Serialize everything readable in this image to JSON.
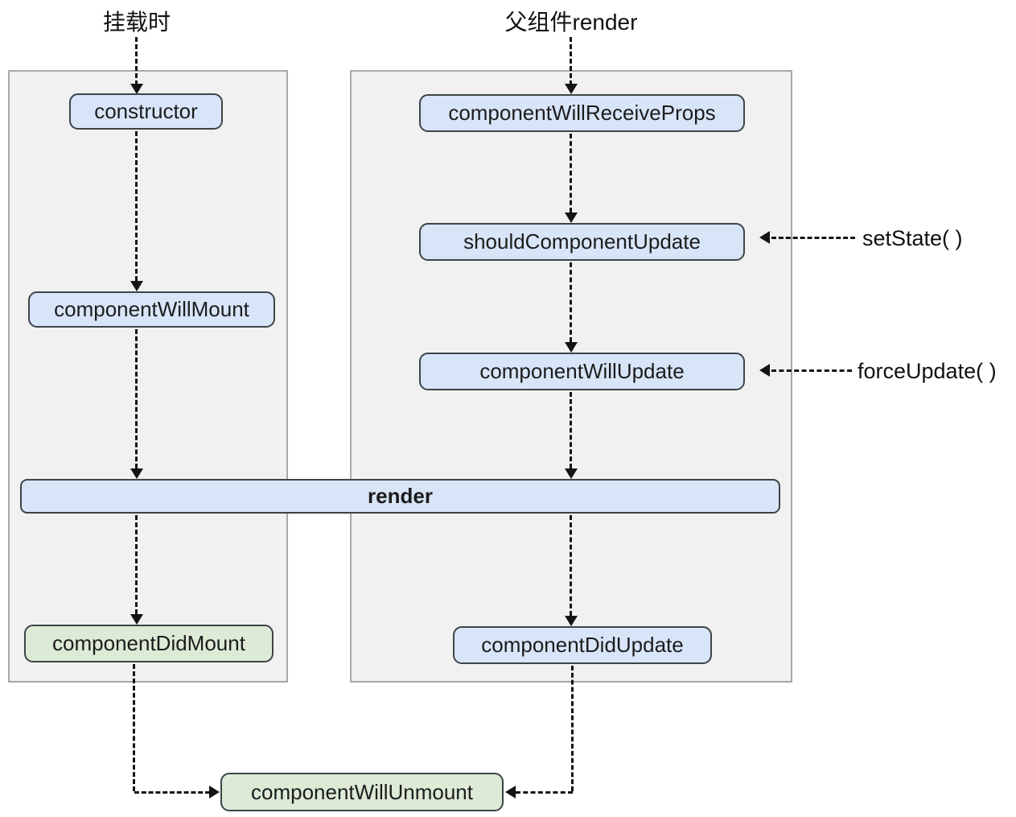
{
  "colors": {
    "box_blue": "#d8e5f8",
    "box_green": "#dcead6",
    "box_border": "#3d4448",
    "panel_bg": "#f1f1f1",
    "panel_border": "#a8a8a8",
    "line": "#141414",
    "text": "#1c1c1c",
    "background": "#ffffff"
  },
  "lanes": {
    "mount": {
      "title": "挂载时"
    },
    "update": {
      "title": "父组件render"
    }
  },
  "nodes": {
    "constructor": {
      "label": "constructor"
    },
    "component_will_mount": {
      "label": "componentWillMount"
    },
    "component_did_mount": {
      "label": "componentDidMount"
    },
    "component_will_receive_props": {
      "label": "componentWillReceiveProps"
    },
    "should_component_update": {
      "label": "shouldComponentUpdate"
    },
    "component_will_update": {
      "label": "componentWillUpdate"
    },
    "render": {
      "label": "render"
    },
    "component_did_update": {
      "label": "componentDidUpdate"
    },
    "component_will_unmount": {
      "label": "componentWillUnmount"
    }
  },
  "annotations": {
    "set_state": {
      "label": "setState( )"
    },
    "force_update": {
      "label": "forceUpdate( )"
    }
  }
}
